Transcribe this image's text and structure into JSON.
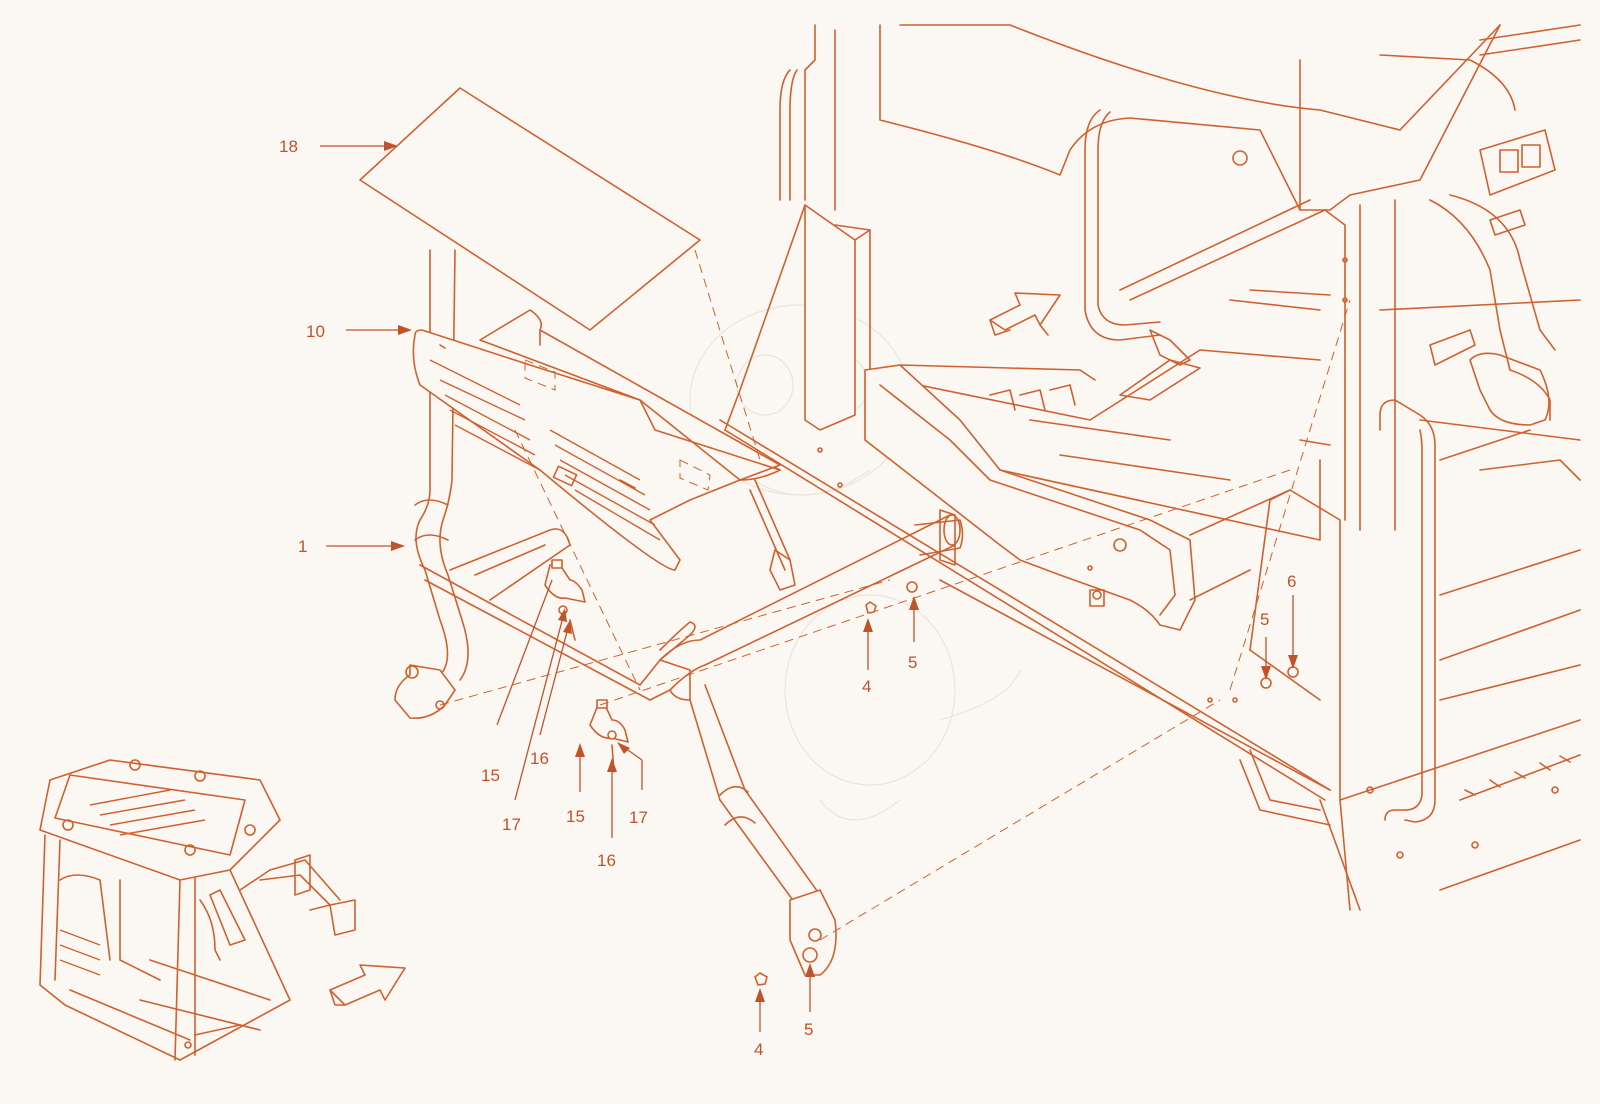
{
  "diagram": {
    "callouts": [
      {
        "id": "c18",
        "label": "18"
      },
      {
        "id": "c10",
        "label": "10"
      },
      {
        "id": "c1",
        "label": "1"
      },
      {
        "id": "c15a",
        "label": "15"
      },
      {
        "id": "c16a",
        "label": "16"
      },
      {
        "id": "c17a",
        "label": "17"
      },
      {
        "id": "c15b",
        "label": "15"
      },
      {
        "id": "c16b",
        "label": "16"
      },
      {
        "id": "c17b",
        "label": "17"
      },
      {
        "id": "c4a",
        "label": "4"
      },
      {
        "id": "c5a",
        "label": "5"
      },
      {
        "id": "c5b",
        "label": "5"
      },
      {
        "id": "c6",
        "label": "6"
      },
      {
        "id": "c4b",
        "label": "4"
      },
      {
        "id": "c5c",
        "label": "5"
      }
    ],
    "icons": {
      "direction_arrow": "front-direction-arrow-icon",
      "overview": "machine-overview-icon"
    },
    "colors": {
      "line": "#d0612f",
      "text": "#c1532a",
      "background": "#fbf8f3"
    }
  }
}
